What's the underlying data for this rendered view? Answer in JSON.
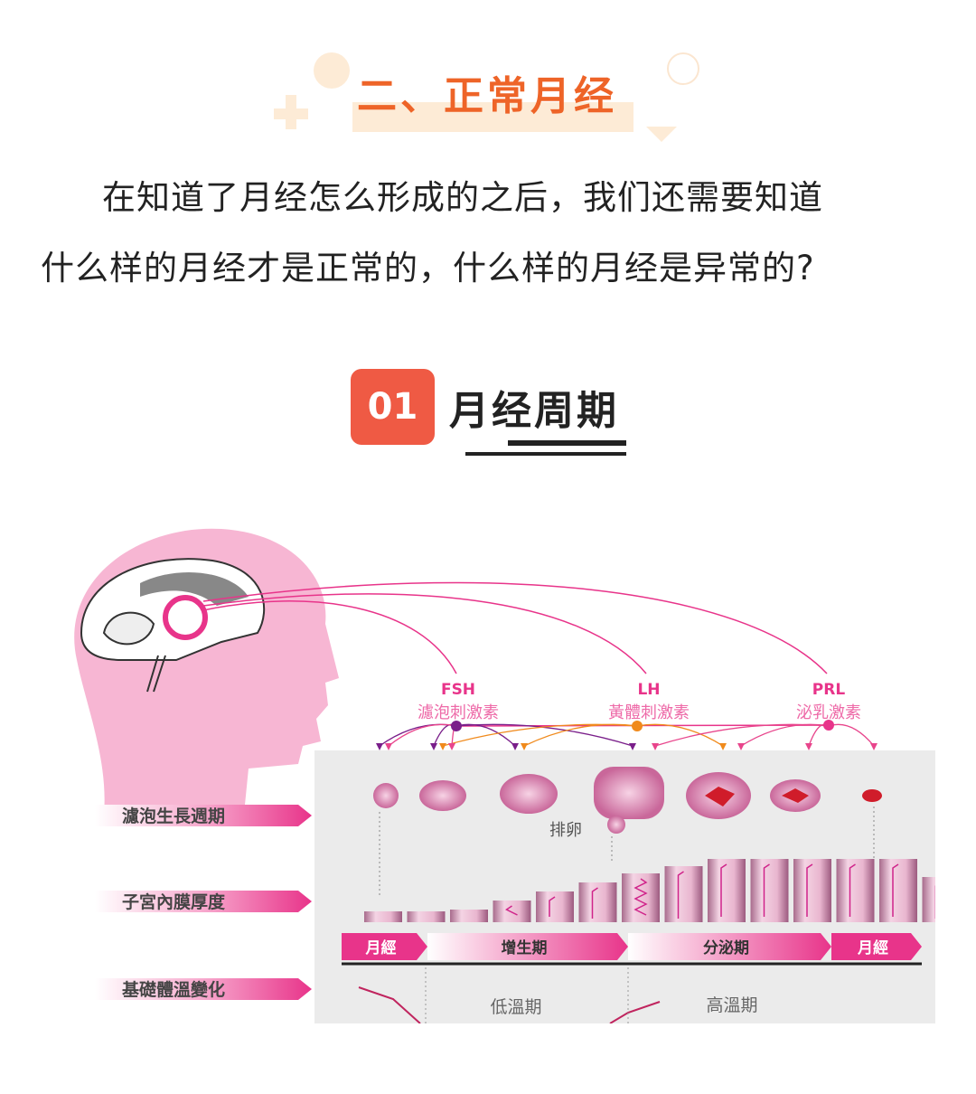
{
  "section": {
    "title": "二、正常月经"
  },
  "intro": {
    "line1": "在知道了月经怎么形成的之后，我们还需要知道",
    "line2": "什么样的月经才是正常的，什么样的月经是异常的?"
  },
  "subsection": {
    "number": "01",
    "title": "月经周期"
  },
  "diagram": {
    "hormones": [
      {
        "abbr": "FSH",
        "name": "濾泡刺激素",
        "color": "#7a1f8a"
      },
      {
        "abbr": "LH",
        "name": "黃體刺激素",
        "color": "#f08a1c"
      },
      {
        "abbr": "PRL",
        "name": "泌乳激素",
        "color": "#e8458c"
      }
    ],
    "row_labels": [
      "濾泡生長週期",
      "子宮內膜厚度",
      "基礎體溫變化"
    ],
    "ovulation": "排卵",
    "phases": [
      "月經",
      "增生期",
      "分泌期",
      "月經"
    ],
    "temp_phases": [
      "低溫期",
      "高溫期"
    ],
    "accent": "#e8348a"
  }
}
